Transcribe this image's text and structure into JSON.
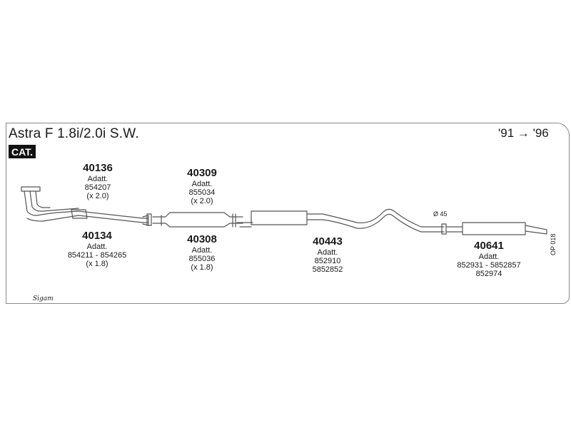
{
  "header": {
    "title": "Astra F 1.8i/2.0i S.W.",
    "years": "'91 → '96",
    "cat_badge": "CAT."
  },
  "parts": [
    {
      "code": "40136",
      "adatt": "Adatt.",
      "refs": [
        "854207"
      ],
      "qty": "(x 2.0)"
    },
    {
      "code": "40134",
      "adatt": "Adatt.",
      "refs": [
        "854211 - 854265"
      ],
      "qty": "(x 1.8)"
    },
    {
      "code": "40309",
      "adatt": "Adatt.",
      "refs": [
        "855034"
      ],
      "qty": "(x 2.0)"
    },
    {
      "code": "40308",
      "adatt": "Adatt.",
      "refs": [
        "855036"
      ],
      "qty": "(x 1.8)"
    },
    {
      "code": "40443",
      "adatt": "Adatt.",
      "refs": [
        "852910",
        "5852852"
      ],
      "qty": ""
    },
    {
      "code": "40641",
      "adatt": "Adatt.",
      "refs": [
        "852931 - 5852857",
        "852974"
      ],
      "qty": ""
    }
  ],
  "diameter_note": "Ø 45",
  "reference": "OP 018",
  "brand": "Sigam",
  "colors": {
    "line": "#555555",
    "frame": "#8a8a8a",
    "badge": "#111111"
  }
}
